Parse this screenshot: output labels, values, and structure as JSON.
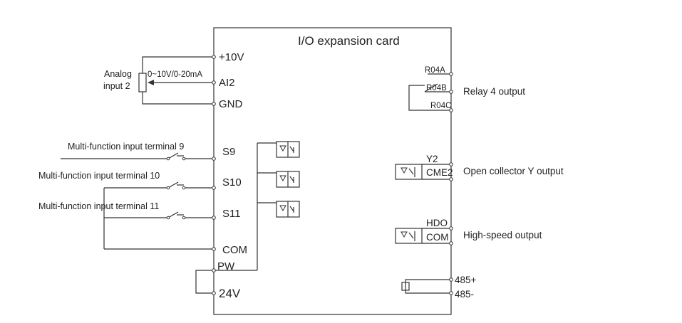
{
  "card": {
    "title": "I/O expansion card"
  },
  "terminals": {
    "plus10v": "+10V",
    "ai2": "AI2",
    "gnd": "GND",
    "s9": "S9",
    "s10": "S10",
    "s11": "S11",
    "com": "COM",
    "pw": "PW",
    "v24": "24V",
    "r04a": "R04A",
    "r04b": "R04B",
    "r04c": "R04C",
    "y2": "Y2",
    "cme2": "CME2",
    "hdo": "HDO",
    "com_out": "COM",
    "rs485_plus": "485+",
    "rs485_minus": "485-"
  },
  "labels": {
    "analog_input_line1": "Analog",
    "analog_input_line2": "input 2",
    "analog_range": "0~10V/0-20mA",
    "mfi_9": "Multi-function input terminal 9",
    "mfi_10": "Multi-function input terminal 10",
    "mfi_11": "Multi-function input terminal 11",
    "relay4_output": "Relay 4 output",
    "open_collector_output": "Open collector Y output",
    "high_speed_output": "High-speed output"
  },
  "colors": {
    "line": "#333333",
    "text": "#222222",
    "background": "#ffffff"
  }
}
